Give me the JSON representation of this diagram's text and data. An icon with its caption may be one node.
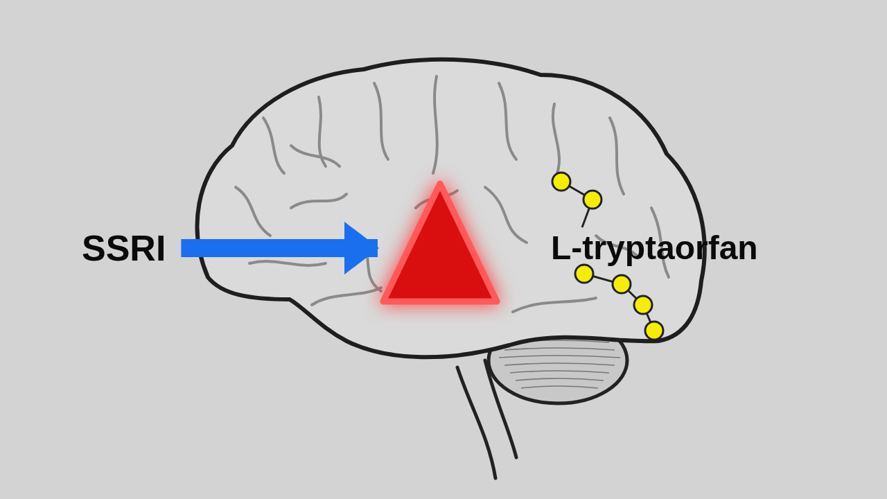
{
  "diagram": {
    "nodes": [
      {
        "text": [
          "SSRI"
        ]
      },
      {
        "text": [],
        "shape": "triangle"
      },
      {
        "text": [
          "L-tryptaorfan"
        ]
      }
    ],
    "edges": [
      {
        "from": 0,
        "to": 1,
        "arrow": "to",
        "color": "#1a6fee"
      }
    ]
  }
}
